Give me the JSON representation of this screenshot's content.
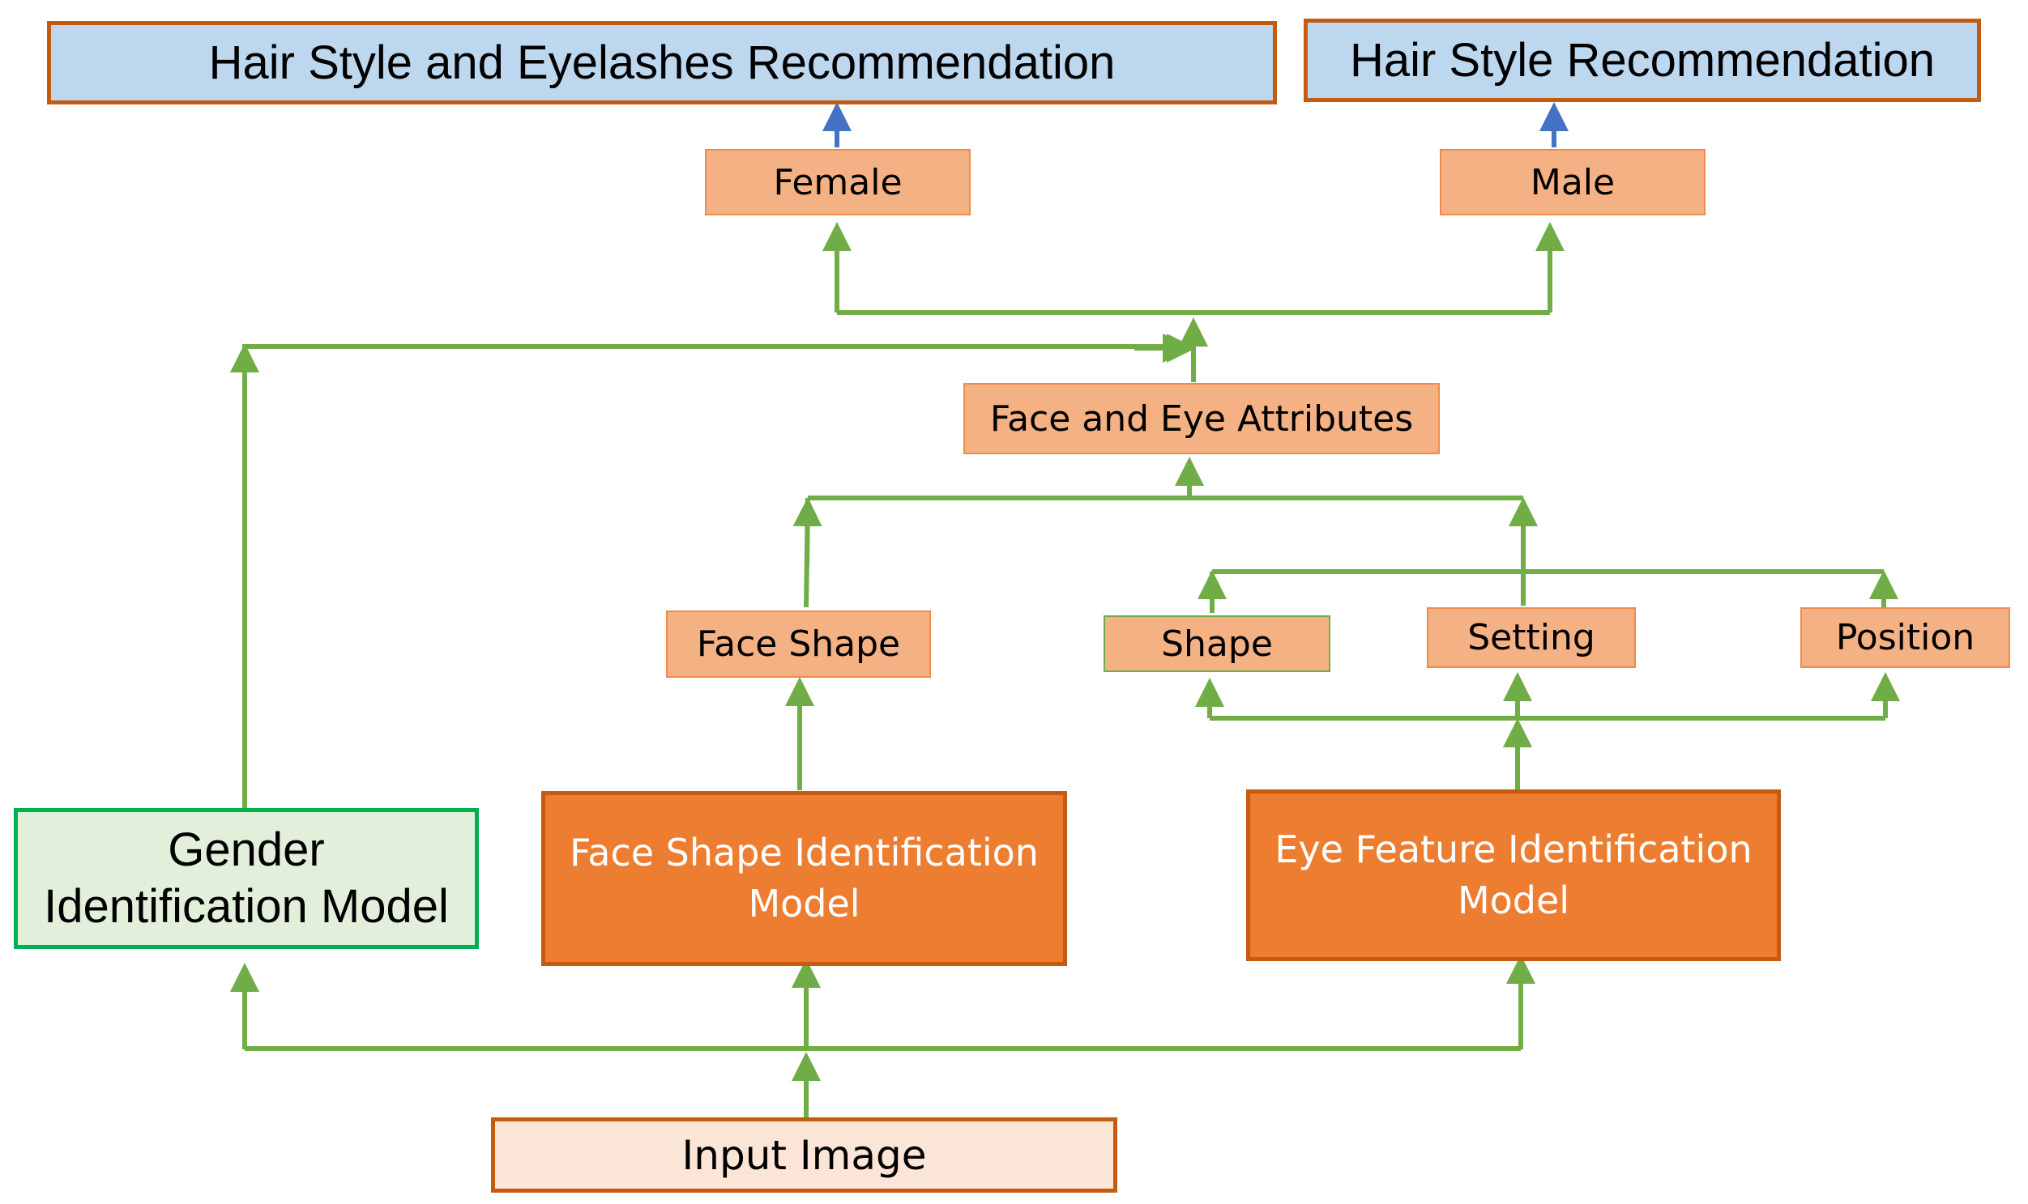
{
  "recommendations": {
    "female_rec": "Hair Style and Eyelashes Recommendation",
    "male_rec": "Hair Style Recommendation"
  },
  "gender_outputs": {
    "female": "Female",
    "male": "Male"
  },
  "attributes": {
    "face_eye": "Face and Eye Attributes",
    "face_shape": "Face Shape",
    "eye_shape": "Shape",
    "eye_setting": "Setting",
    "eye_position": "Position"
  },
  "models": {
    "gender_line1": "Gender",
    "gender_line2": "Identification Model",
    "face_line1": "Face Shape Identification",
    "face_line2": "Model",
    "eye_line1": "Eye Feature Identification",
    "eye_line2": "Model"
  },
  "input": "Input Image",
  "colors": {
    "green_arrow": "#70ad47",
    "blue_arrow": "#4472c4",
    "recommendation_fill": "#bdd7ee",
    "model_fill": "#ed7d31",
    "attribute_fill": "#f4b183",
    "gender_fill": "#e2efda",
    "input_fill": "#fbe5d6",
    "box_border": "#c55a11"
  }
}
